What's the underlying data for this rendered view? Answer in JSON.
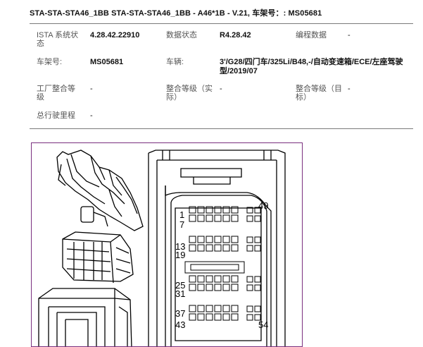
{
  "header": {
    "title": "STA-STA-STA46_1BB   STA-STA-STA46_1BB - A46*1B - V.21, 车架号：: MS05681"
  },
  "info": {
    "ista_label": "ISTA 系统状态",
    "ista_value": "4.28.42.22910",
    "data_status_label": "数据状态",
    "data_status_value": "R4.28.42",
    "programming_data_label": "编程数据",
    "programming_data_value": "-",
    "vin_label": "车架号:",
    "vin_value": "MS05681",
    "vehicle_label": "车辆:",
    "vehicle_value": "3'/G28/四门车/325Li/B48,-/自动变速箱/ECE/左座驾驶型/2019/07",
    "factory_level_label": "工厂整合等级",
    "factory_level_value": "-",
    "actual_level_label": "整合等级（实际）",
    "actual_level_value": "-",
    "target_level_label": "整合等级（目标）",
    "target_level_value": "-",
    "mileage_label": "总行驶里程",
    "mileage_value": "-"
  },
  "connector": {
    "pin_labels": [
      "1",
      "7",
      "13",
      "19",
      "25",
      "31",
      "37",
      "43",
      "49",
      "54"
    ]
  }
}
